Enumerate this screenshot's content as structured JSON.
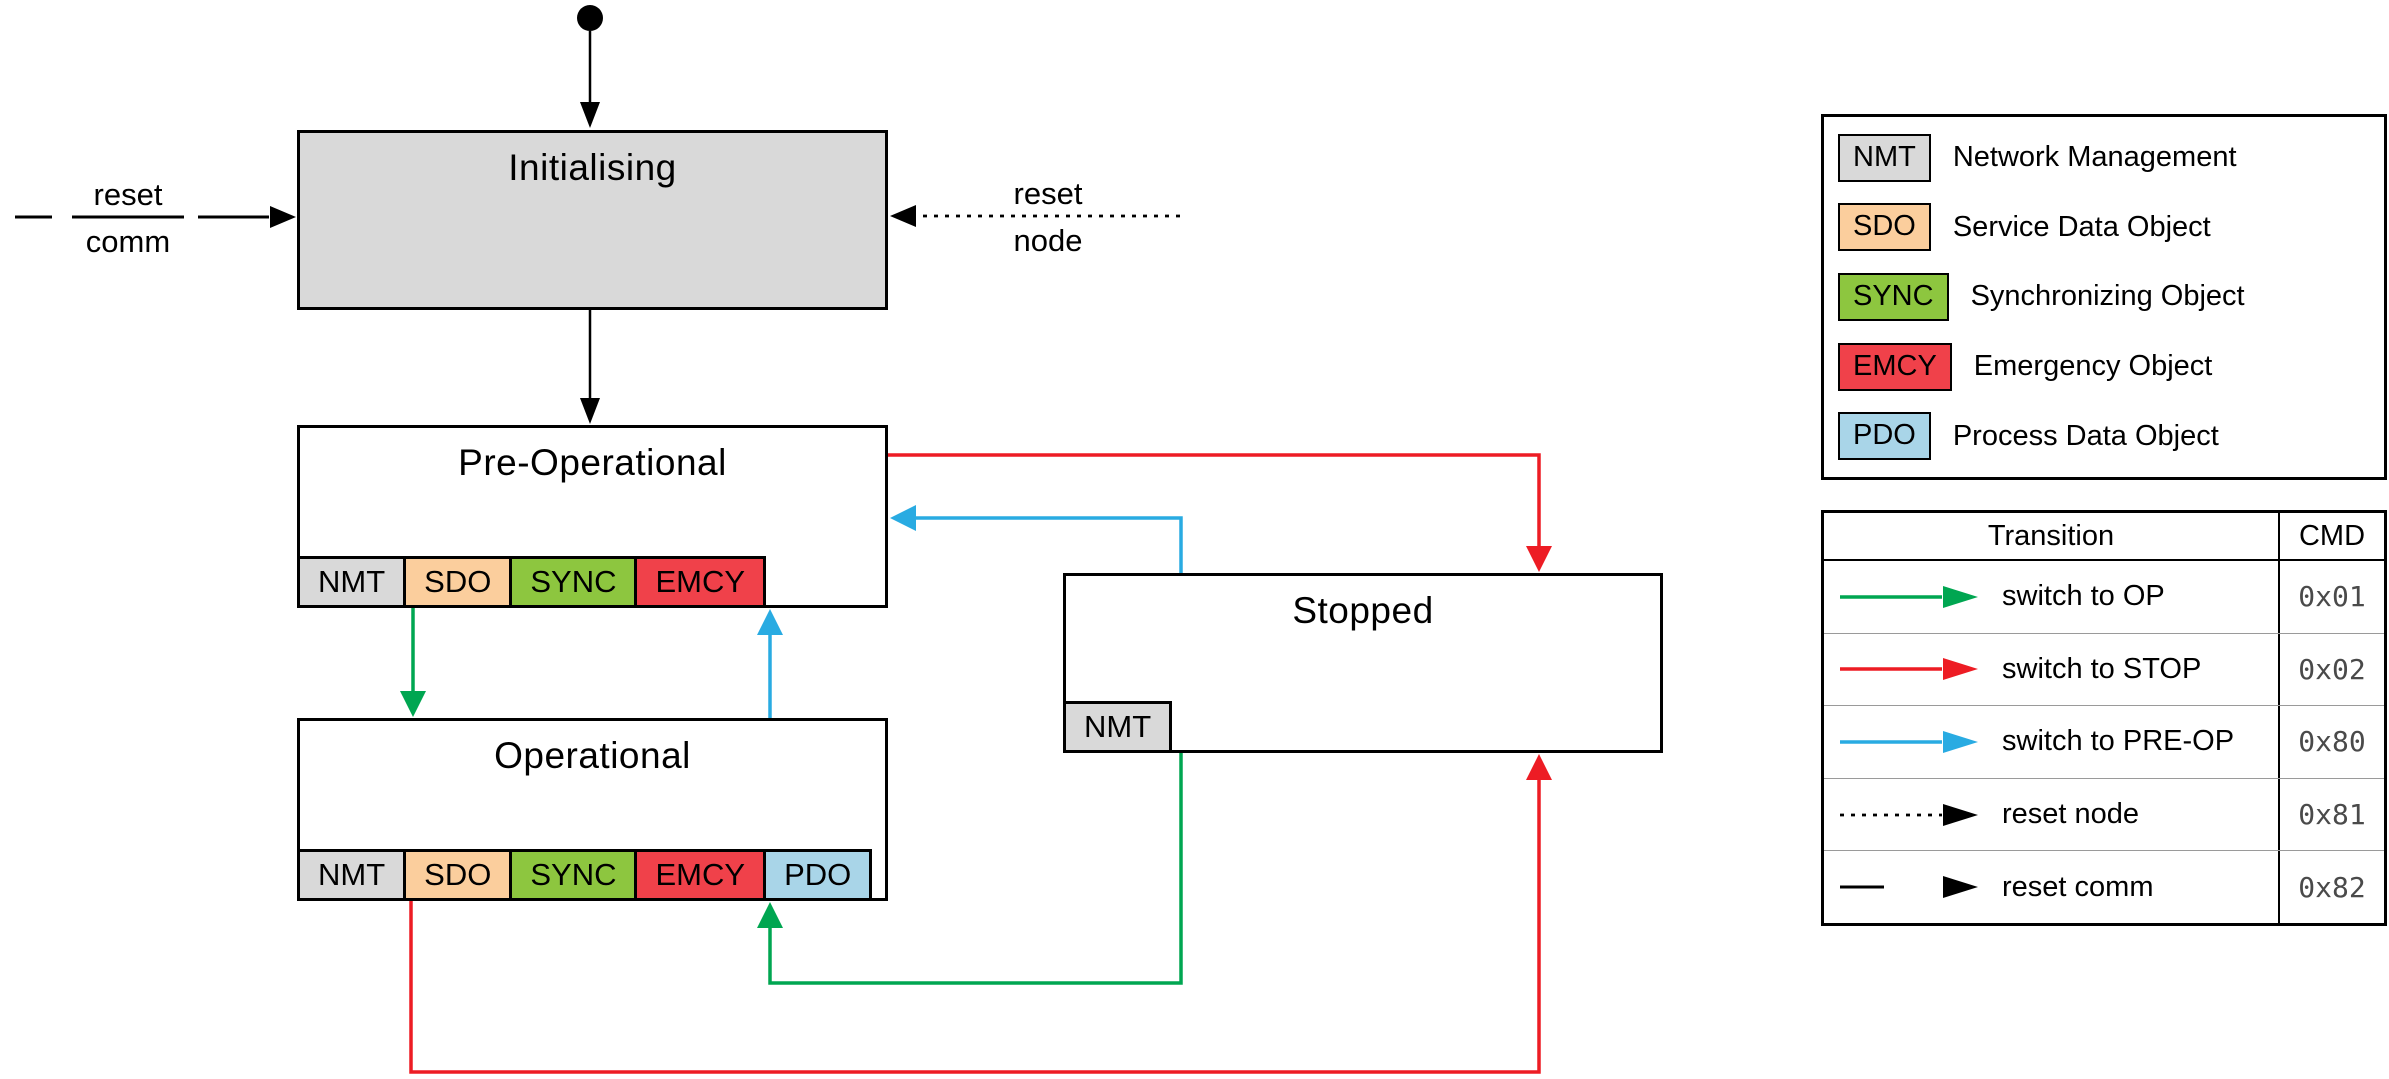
{
  "diagram": {
    "states": {
      "initialising": {
        "title": "Initialising"
      },
      "pre_operational": {
        "title": "Pre-Operational",
        "chips": [
          "NMT",
          "SDO",
          "SYNC",
          "EMCY"
        ]
      },
      "operational": {
        "title": "Operational",
        "chips": [
          "NMT",
          "SDO",
          "SYNC",
          "EMCY",
          "PDO"
        ]
      },
      "stopped": {
        "title": "Stopped",
        "chips": [
          "NMT"
        ]
      }
    },
    "edge_labels": {
      "reset_comm": {
        "top": "reset",
        "bottom": "comm"
      },
      "reset_node": {
        "top": "reset",
        "bottom": "node"
      }
    }
  },
  "legend": {
    "items": [
      {
        "abbr": "NMT",
        "label": "Network Management"
      },
      {
        "abbr": "SDO",
        "label": "Service Data Object"
      },
      {
        "abbr": "SYNC",
        "label": "Synchronizing Object"
      },
      {
        "abbr": "EMCY",
        "label": "Emergency Object"
      },
      {
        "abbr": "PDO",
        "label": "Process Data Object"
      }
    ]
  },
  "transition_table": {
    "headers": {
      "transition": "Transition",
      "cmd": "CMD"
    },
    "rows": [
      {
        "label": "switch to OP",
        "cmd": "0x01"
      },
      {
        "label": "switch to STOP",
        "cmd": "0x02"
      },
      {
        "label": "switch to PRE-OP",
        "cmd": "0x80"
      },
      {
        "label": "reset node",
        "cmd": "0x81"
      },
      {
        "label": "reset comm",
        "cmd": "0x82"
      }
    ]
  },
  "colors": {
    "nmt": "#d9d9d9",
    "sdo": "#fbce9d",
    "sync": "#8dc63f",
    "emcy": "#f0414a",
    "pdo": "#a9d5e8",
    "state_init_fill": "#d9d9d9",
    "arrow_green": "#00a651",
    "arrow_red": "#ed1c24",
    "arrow_blue": "#29abe2",
    "arrow_black": "#000000"
  }
}
